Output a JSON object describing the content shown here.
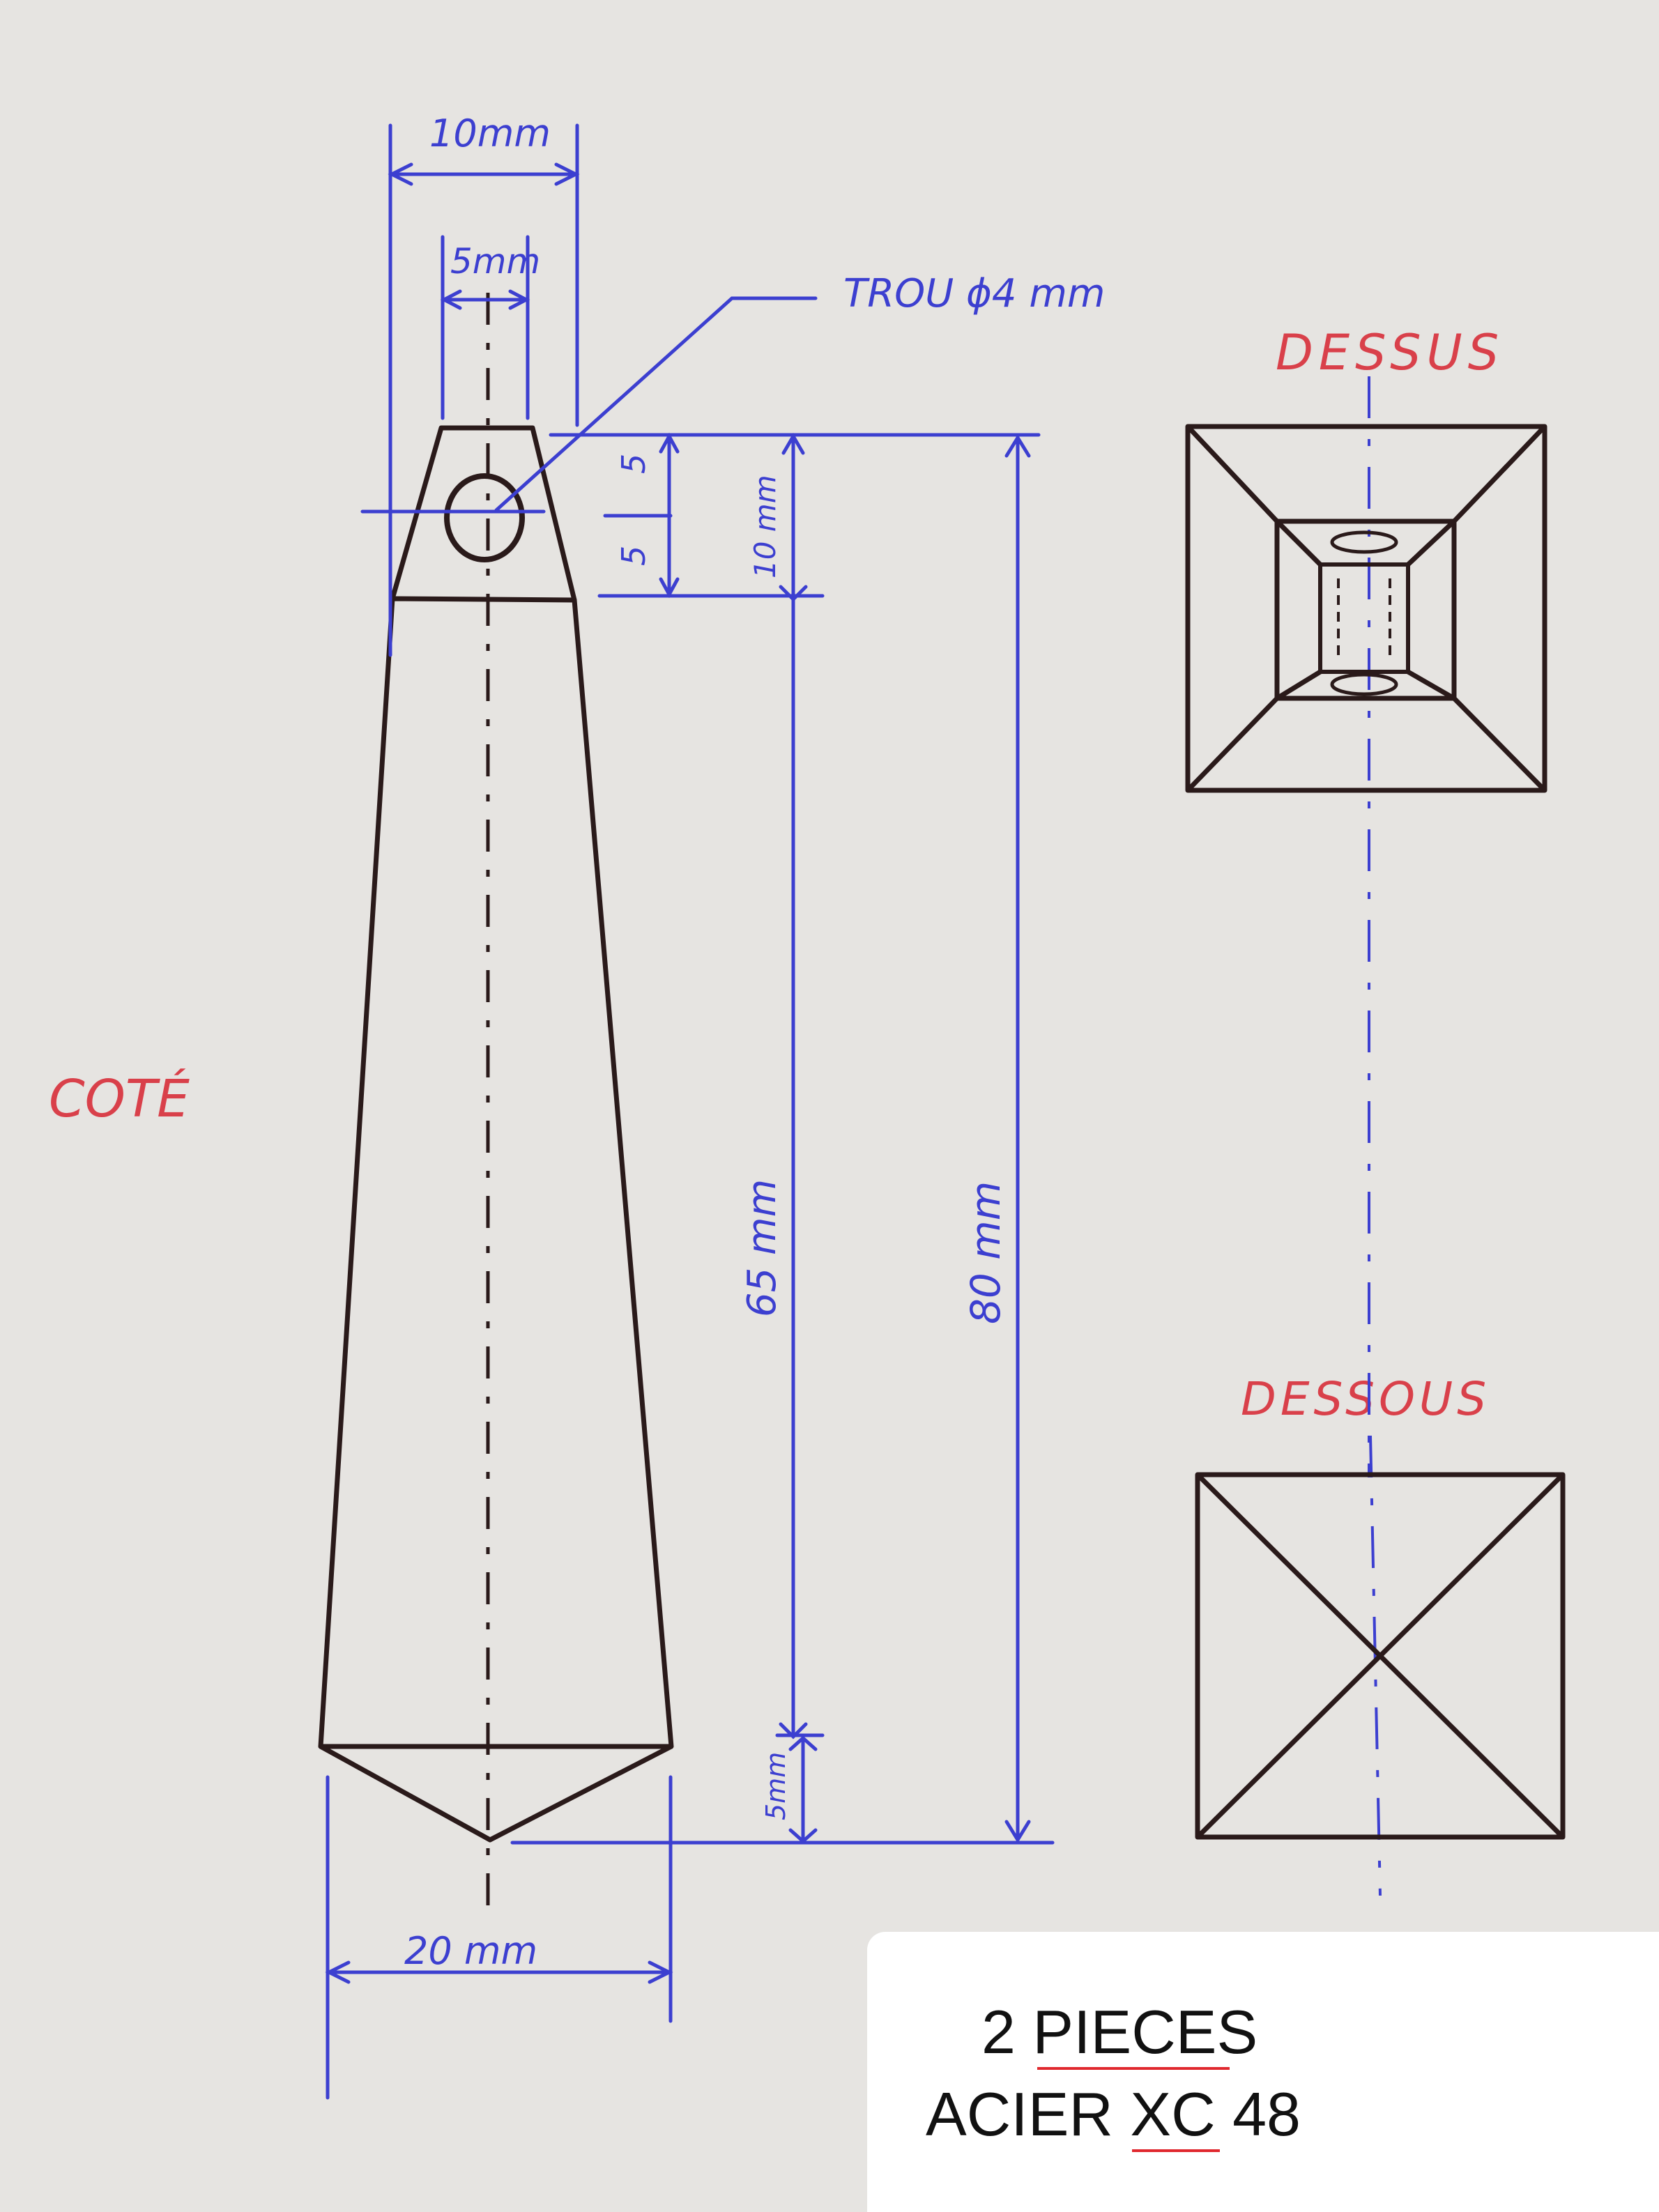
{
  "drawing": {
    "view_labels": {
      "side": "COTÉ",
      "top": "DESSUS",
      "bottom": "DESSOUS"
    },
    "dimensions": {
      "top_width": "10mm",
      "hole_spacing": "5mm",
      "hole_callout": "TROU ϕ4 mm",
      "head_upper": "5",
      "head_lower": "5",
      "head_height": "10 mm",
      "body_length": "65 mm",
      "total_length": "80 mm",
      "tip_length": "5mm",
      "base_width": "20 mm"
    },
    "colors": {
      "paper": "#e6e4e1",
      "outline": "#2a1a1a",
      "dimension": "#3c3fd0",
      "view_label": "#d9404a"
    }
  },
  "note": {
    "quantity": "2 PIECES",
    "material": "ACIER XC 48"
  }
}
